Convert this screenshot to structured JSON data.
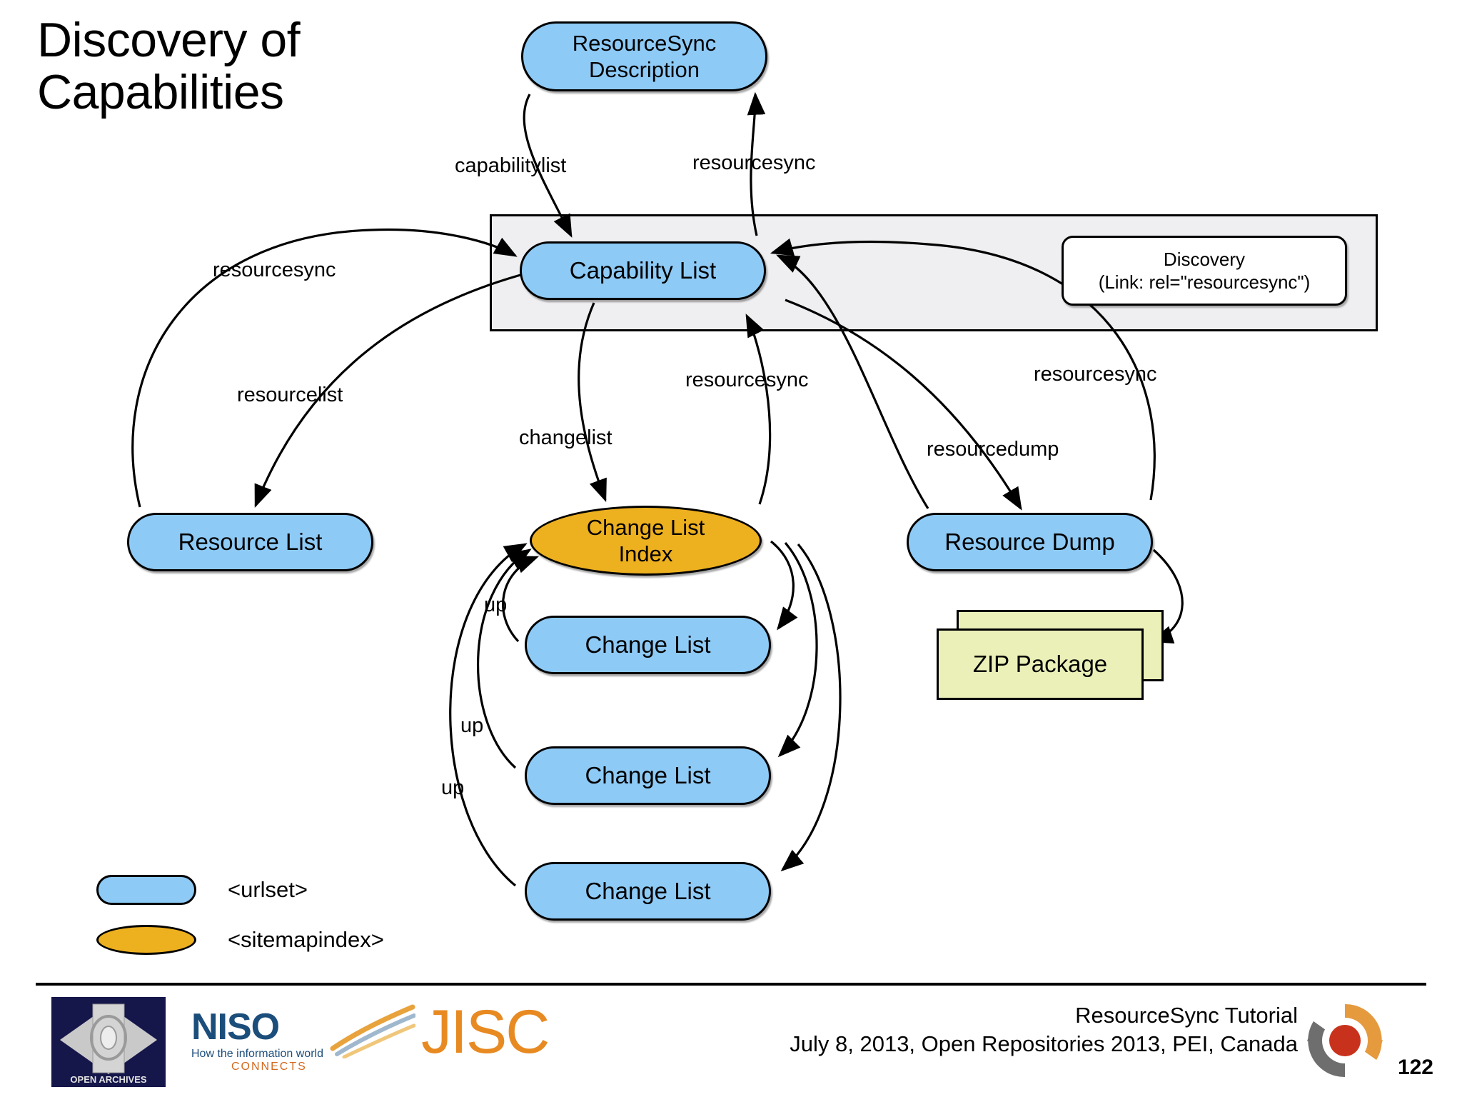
{
  "slide": {
    "title_line1": "Discovery of",
    "title_line2": "Capabilities",
    "page_number": "122"
  },
  "nodes": {
    "resourcesync_description": {
      "line1": "ResourceSync",
      "line2": "Description",
      "shape": "urlset"
    },
    "capability_list": {
      "label": "Capability List",
      "shape": "urlset"
    },
    "resource_list": {
      "label": "Resource List",
      "shape": "urlset"
    },
    "change_list_index": {
      "line1": "Change List",
      "line2": "Index",
      "shape": "sitemapindex"
    },
    "resource_dump": {
      "label": "Resource Dump",
      "shape": "urlset"
    },
    "change_list_1": {
      "label": "Change List",
      "shape": "urlset"
    },
    "change_list_2": {
      "label": "Change List",
      "shape": "urlset"
    },
    "change_list_3": {
      "label": "Change List",
      "shape": "urlset"
    },
    "zip_package": {
      "label": "ZIP Package",
      "shape": "stacked-document"
    }
  },
  "discovery_box": {
    "line1": "Discovery",
    "line2": "(Link: rel=\"resourcesync\")"
  },
  "edge_labels": {
    "capabilitylist": "capabilitylist",
    "resourcesync_top_right": "resourcesync",
    "resourcesync_left": "resourcesync",
    "resourcelist": "resourcelist",
    "changelist": "changelist",
    "resourcesync_mid": "resourcesync",
    "resourcesync_right": "resourcesync",
    "resourcedump": "resourcedump",
    "up_1": "up",
    "up_2": "up",
    "up_3": "up"
  },
  "legend": {
    "items": [
      {
        "shape": "urlset",
        "label": "<urlset>"
      },
      {
        "shape": "sitemapindex",
        "label": "<sitemapindex>"
      }
    ]
  },
  "footer": {
    "line1": "ResourceSync Tutorial",
    "line2": "July 8, 2013, Open Repositories 2013, PEI, Canada",
    "logos": {
      "open_archives": "OPEN ARCHIVES",
      "niso_word": "NISO",
      "niso_tagline_1": "How the information world",
      "niso_tagline_2": "CONNECTS",
      "jisc": "JISC"
    }
  },
  "colors": {
    "urlset_fill": "#8ECAF6",
    "sitemapindex_fill": "#EDB01F",
    "zip_fill": "#EBF0B8",
    "band_fill": "#EFEEF0",
    "stroke": "#000000"
  }
}
